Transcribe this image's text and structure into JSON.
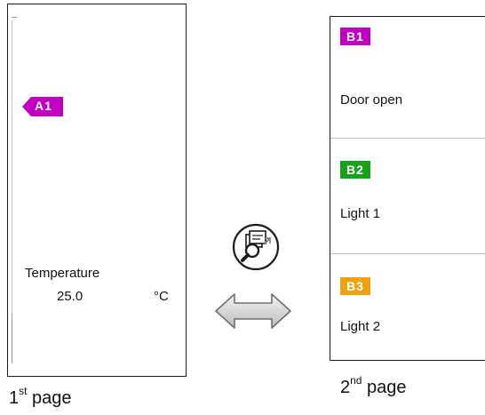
{
  "page1": {
    "alarm_tag": {
      "label": "A1",
      "color": "#c000c0"
    },
    "temperature_label": "Temperature",
    "temperature_value": "25.0",
    "temperature_unit": "°C",
    "caption_num": "1",
    "caption_sup": "st",
    "caption_text": " page"
  },
  "page2": {
    "items": [
      {
        "badge": "B1",
        "label": "Door open",
        "color": "#c000c0"
      },
      {
        "badge": "B2",
        "label": "Light 1",
        "color": "#1aa01a"
      },
      {
        "badge": "B3",
        "label": "Light 2",
        "color": "#f0a010"
      }
    ],
    "caption_num": "2",
    "caption_sup": "nd",
    "caption_text": " page"
  },
  "icons": {
    "navigate": "search-navigate-icon",
    "switch": "bidirectional-arrow-icon"
  }
}
